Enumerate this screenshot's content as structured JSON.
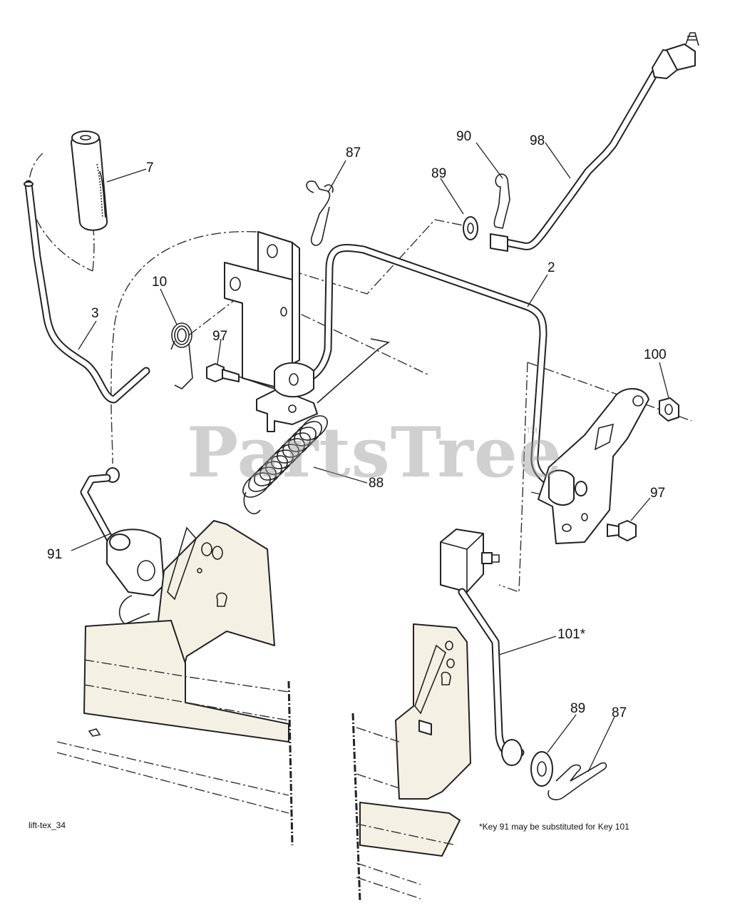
{
  "callouts": [
    {
      "id": "c7",
      "label": "7"
    },
    {
      "id": "c87a",
      "label": "87"
    },
    {
      "id": "c90",
      "label": "90"
    },
    {
      "id": "c98",
      "label": "98"
    },
    {
      "id": "c89a",
      "label": "89"
    },
    {
      "id": "c2",
      "label": "2"
    },
    {
      "id": "c10",
      "label": "10"
    },
    {
      "id": "c3",
      "label": "3"
    },
    {
      "id": "c97a",
      "label": "97"
    },
    {
      "id": "c100",
      "label": "100"
    },
    {
      "id": "c88",
      "label": "88"
    },
    {
      "id": "c97b",
      "label": "97"
    },
    {
      "id": "c91",
      "label": "91"
    },
    {
      "id": "c101",
      "label": "101*"
    },
    {
      "id": "c89b",
      "label": "89"
    },
    {
      "id": "c87b",
      "label": "87"
    }
  ],
  "diagram_id": "lift-tex_34",
  "footnote": "*Key 91 may be substituted for Key 101",
  "watermark": "PartsTree",
  "watermark_tm": "TM",
  "colors": {
    "line": "#222222",
    "part_fill": "#f4f1e4",
    "watermark": "#969696"
  }
}
